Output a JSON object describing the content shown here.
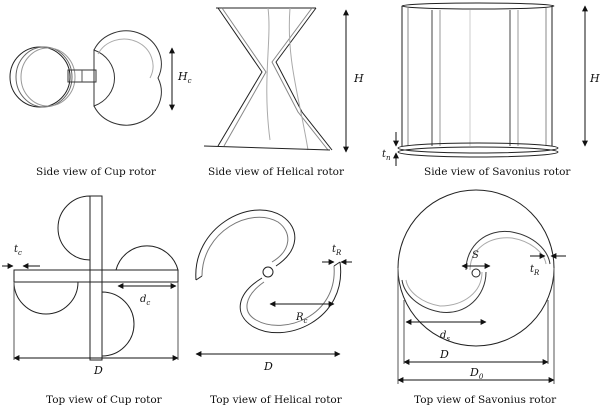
{
  "panels": {
    "cup_side": {
      "caption": "Side view of Cup rotor",
      "height_label": "H",
      "height_sub": "c"
    },
    "helical_side": {
      "caption": "Side view of Helical rotor",
      "height_label": "H"
    },
    "savonius_side": {
      "caption": "Side view of Savonius rotor",
      "height_label": "H",
      "plate_label": "t",
      "plate_sub": "n"
    },
    "cup_top": {
      "caption": "Top view of Cup rotor",
      "thickness_label": "t",
      "thickness_sub": "c",
      "cup_diam_label": "d",
      "cup_diam_sub": "c",
      "diameter_label": "D"
    },
    "helical_top": {
      "caption": "Top view of Helical rotor",
      "thickness_label": "t",
      "thickness_sub": "R",
      "radius_label": "R",
      "radius_sub": "c",
      "diameter_label": "D"
    },
    "savonius_top": {
      "caption": "Top view of Savonius rotor",
      "gap_label": "S",
      "thickness_label": "t",
      "thickness_sub": "R",
      "bucket_label": "d",
      "bucket_sub": "s",
      "diameter_label": "D",
      "endplate_label": "D",
      "endplate_sub": "0"
    }
  }
}
